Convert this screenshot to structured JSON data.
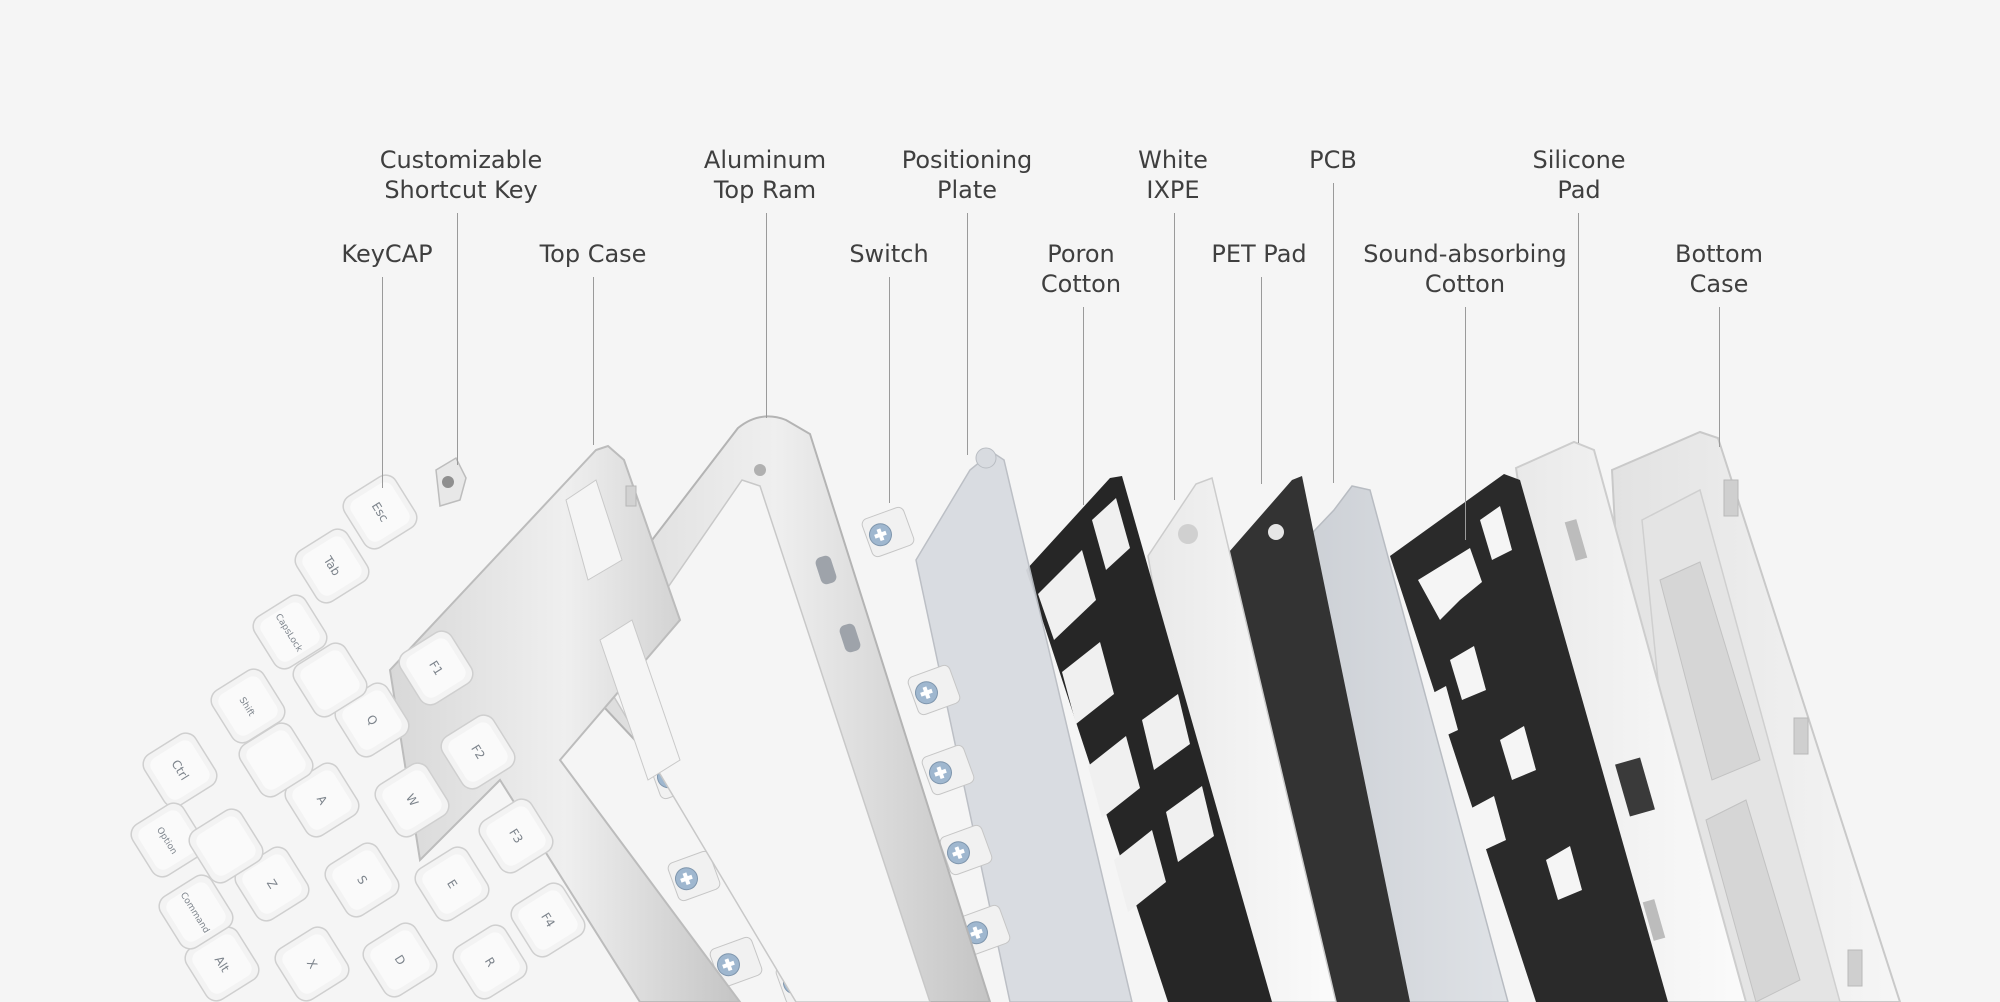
{
  "diagram": {
    "components": [
      {
        "id": "keycap",
        "lines": [
          "KeyCAP"
        ]
      },
      {
        "id": "customizable-shortcut-key",
        "lines": [
          "Customizable",
          "Shortcut Key"
        ]
      },
      {
        "id": "top-case",
        "lines": [
          "Top Case"
        ]
      },
      {
        "id": "aluminum-top-ram",
        "lines": [
          "Aluminum",
          "Top Ram"
        ]
      },
      {
        "id": "switch",
        "lines": [
          "Switch"
        ]
      },
      {
        "id": "positioning-plate",
        "lines": [
          "Positioning",
          "Plate"
        ]
      },
      {
        "id": "poron-cotton",
        "lines": [
          "Poron",
          "Cotton"
        ]
      },
      {
        "id": "white-ixpe",
        "lines": [
          "White",
          "IXPE"
        ]
      },
      {
        "id": "pet-pad",
        "lines": [
          "PET Pad"
        ]
      },
      {
        "id": "pcb",
        "lines": [
          "PCB"
        ]
      },
      {
        "id": "sound-absorbing-cotton",
        "lines": [
          "Sound-absorbing",
          "Cotton"
        ]
      },
      {
        "id": "silicone-pad",
        "lines": [
          "Silicone",
          "Pad"
        ]
      },
      {
        "id": "bottom-case",
        "lines": [
          "Bottom",
          "Case"
        ]
      }
    ],
    "keycap_legends": [
      "Esc",
      "Tab",
      "CapsLock",
      "Shift",
      "Ctrl",
      "Control",
      "Option",
      "F1",
      "F2",
      "F3",
      "F4",
      "Q",
      "W",
      "E",
      "R",
      "A",
      "S",
      "D",
      "Z",
      "X",
      "Alt",
      "Command"
    ]
  }
}
